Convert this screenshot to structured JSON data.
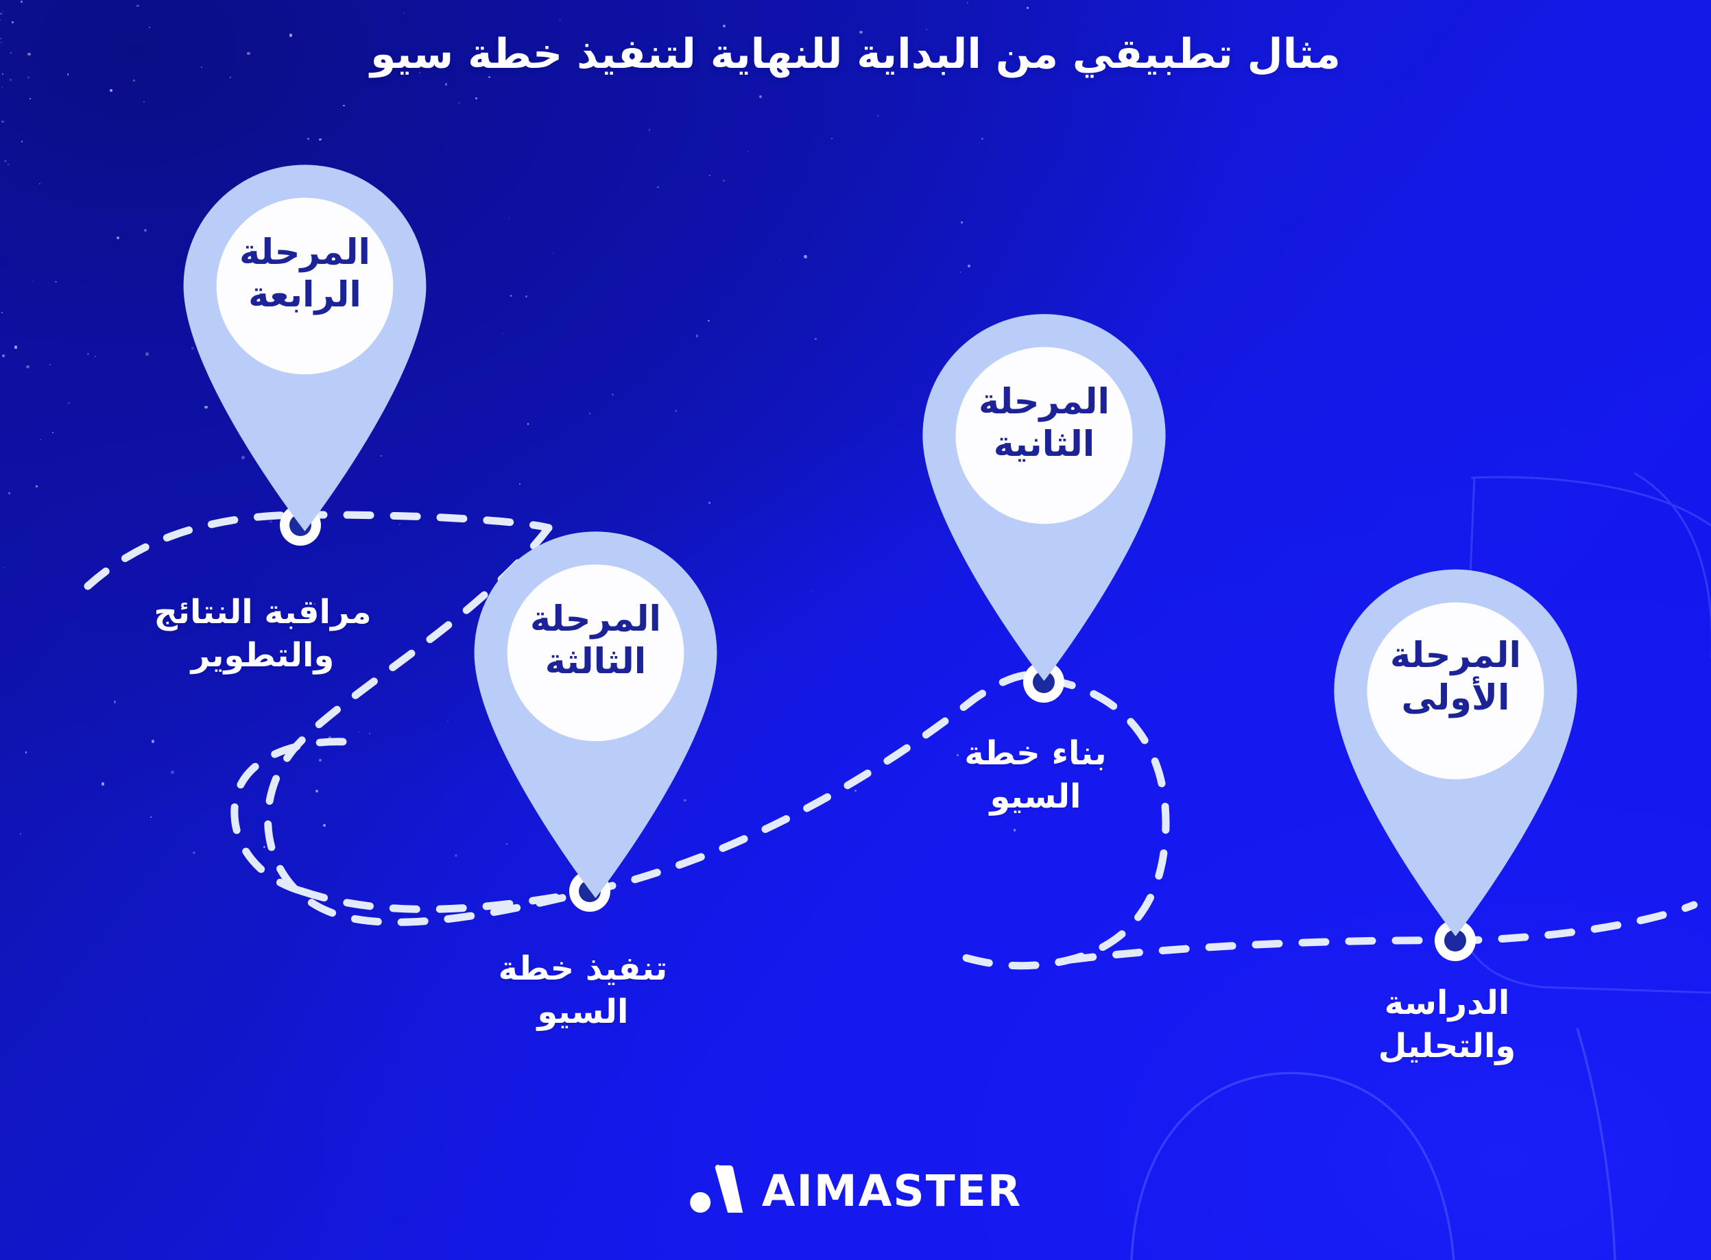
{
  "title": "مثال تطبيقي من البداية للنهاية لتنفيذ خطة سيو",
  "colors": {
    "background_dark": "#0c1095",
    "background_bright": "#1518f5",
    "pin_fill": "#b9cdf8",
    "pin_inner": "#ffffff",
    "pin_text": "#1c2396",
    "path": "#e3ebfb",
    "marker_ring": "#ffffff",
    "marker_center": "#1b2a9e",
    "caption_text": "#ffffff"
  },
  "pins": [
    {
      "id": "pin-phase-four",
      "label": "المرحلة\nالرابعة"
    },
    {
      "id": "pin-phase-three",
      "label": "المرحلة\nالثالثة"
    },
    {
      "id": "pin-phase-two",
      "label": "المرحلة\nالثانية"
    },
    {
      "id": "pin-phase-one",
      "label": "المرحلة\nالأولى"
    }
  ],
  "steps": [
    {
      "id": "step-4",
      "marker": "marker-phase-four",
      "caption": "مراقبة النتائج\nوالتطوير"
    },
    {
      "id": "step-3",
      "marker": "marker-phase-three",
      "caption": "تنفيذ خطة\nالسيو"
    },
    {
      "id": "step-2",
      "marker": "marker-phase-two",
      "caption": "بناء خطة\nالسيو"
    },
    {
      "id": "step-1",
      "marker": "marker-phase-one",
      "caption": "الدراسة\nوالتحليل"
    }
  ],
  "logo": {
    "wordmark": "AIMASTER",
    "mark": "dot-and-slash-mark"
  }
}
